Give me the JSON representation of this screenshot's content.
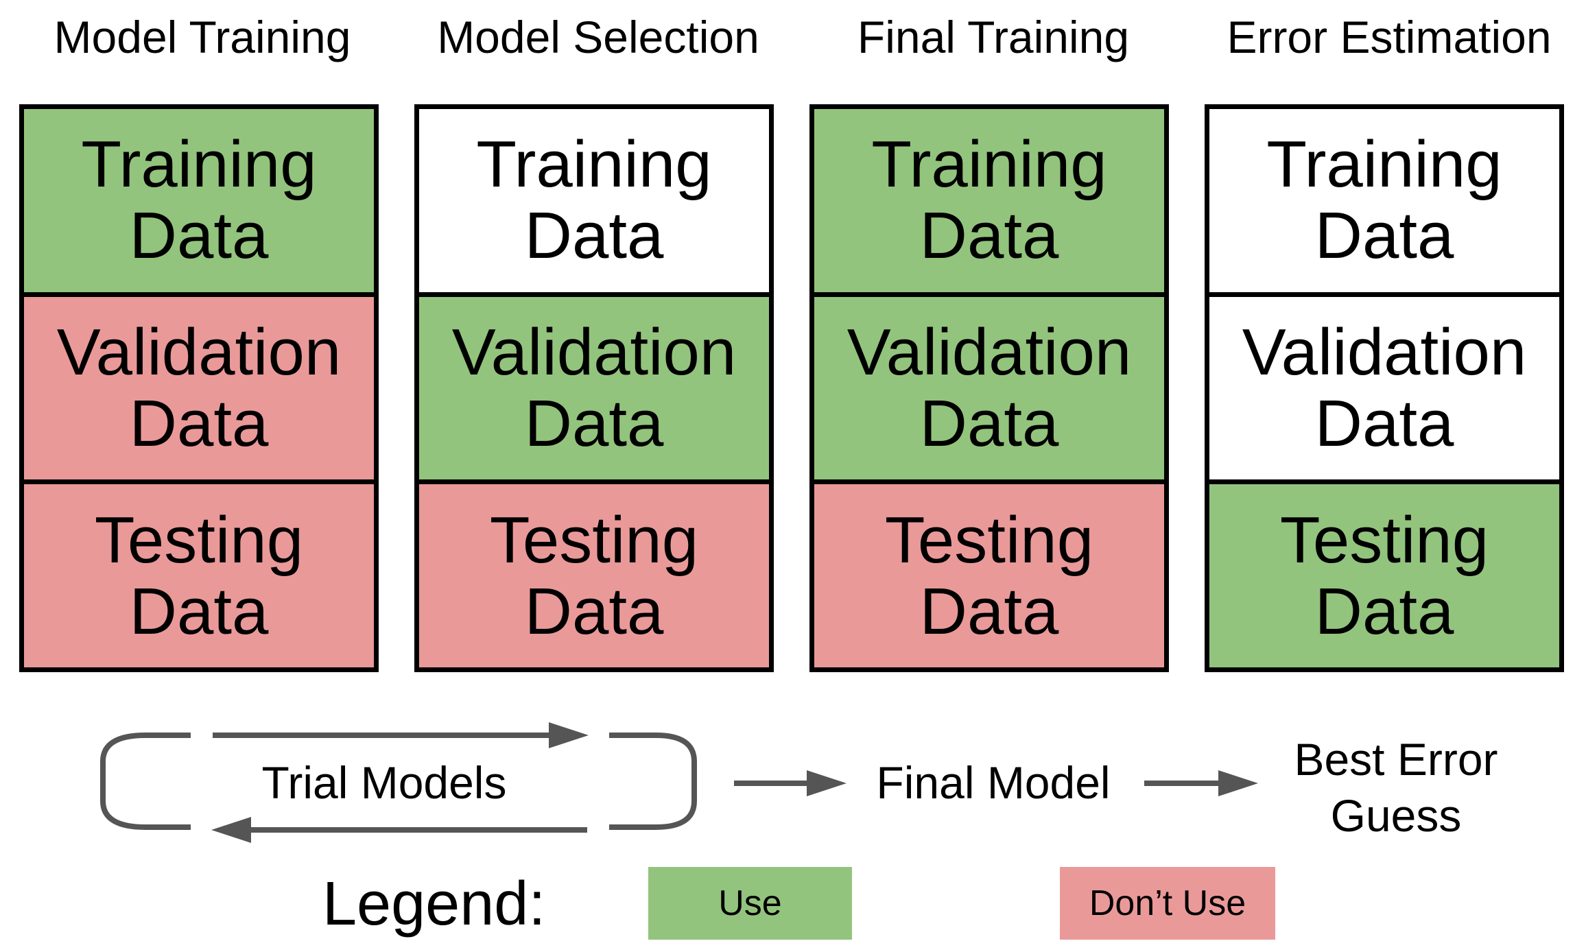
{
  "columns": [
    {
      "title": "Model Training",
      "cells": [
        {
          "line1": "Training",
          "line2": "Data",
          "status": "use"
        },
        {
          "line1": "Validation",
          "line2": "Data",
          "status": "dont"
        },
        {
          "line1": "Testing",
          "line2": "Data",
          "status": "dont"
        }
      ]
    },
    {
      "title": "Model Selection",
      "cells": [
        {
          "line1": "Training",
          "line2": "Data",
          "status": "none"
        },
        {
          "line1": "Validation",
          "line2": "Data",
          "status": "use"
        },
        {
          "line1": "Testing",
          "line2": "Data",
          "status": "dont"
        }
      ]
    },
    {
      "title": "Final Training",
      "cells": [
        {
          "line1": "Training",
          "line2": "Data",
          "status": "use"
        },
        {
          "line1": "Validation",
          "line2": "Data",
          "status": "use"
        },
        {
          "line1": "Testing",
          "line2": "Data",
          "status": "dont"
        }
      ]
    },
    {
      "title": "Error Estimation",
      "cells": [
        {
          "line1": "Training",
          "line2": "Data",
          "status": "none"
        },
        {
          "line1": "Validation",
          "line2": "Data",
          "status": "none"
        },
        {
          "line1": "Testing",
          "line2": "Data",
          "status": "use"
        }
      ]
    }
  ],
  "flow": {
    "trial_models": "Trial Models",
    "final_model": "Final Model",
    "best_error_line1": "Best Error",
    "best_error_line2": "Guess"
  },
  "legend": {
    "title": "Legend:",
    "use_label": "Use",
    "dont_use_label": "Don’t Use"
  },
  "colors": {
    "use": "#93c47d",
    "dont_use": "#ea9999",
    "arrow": "#555555"
  }
}
